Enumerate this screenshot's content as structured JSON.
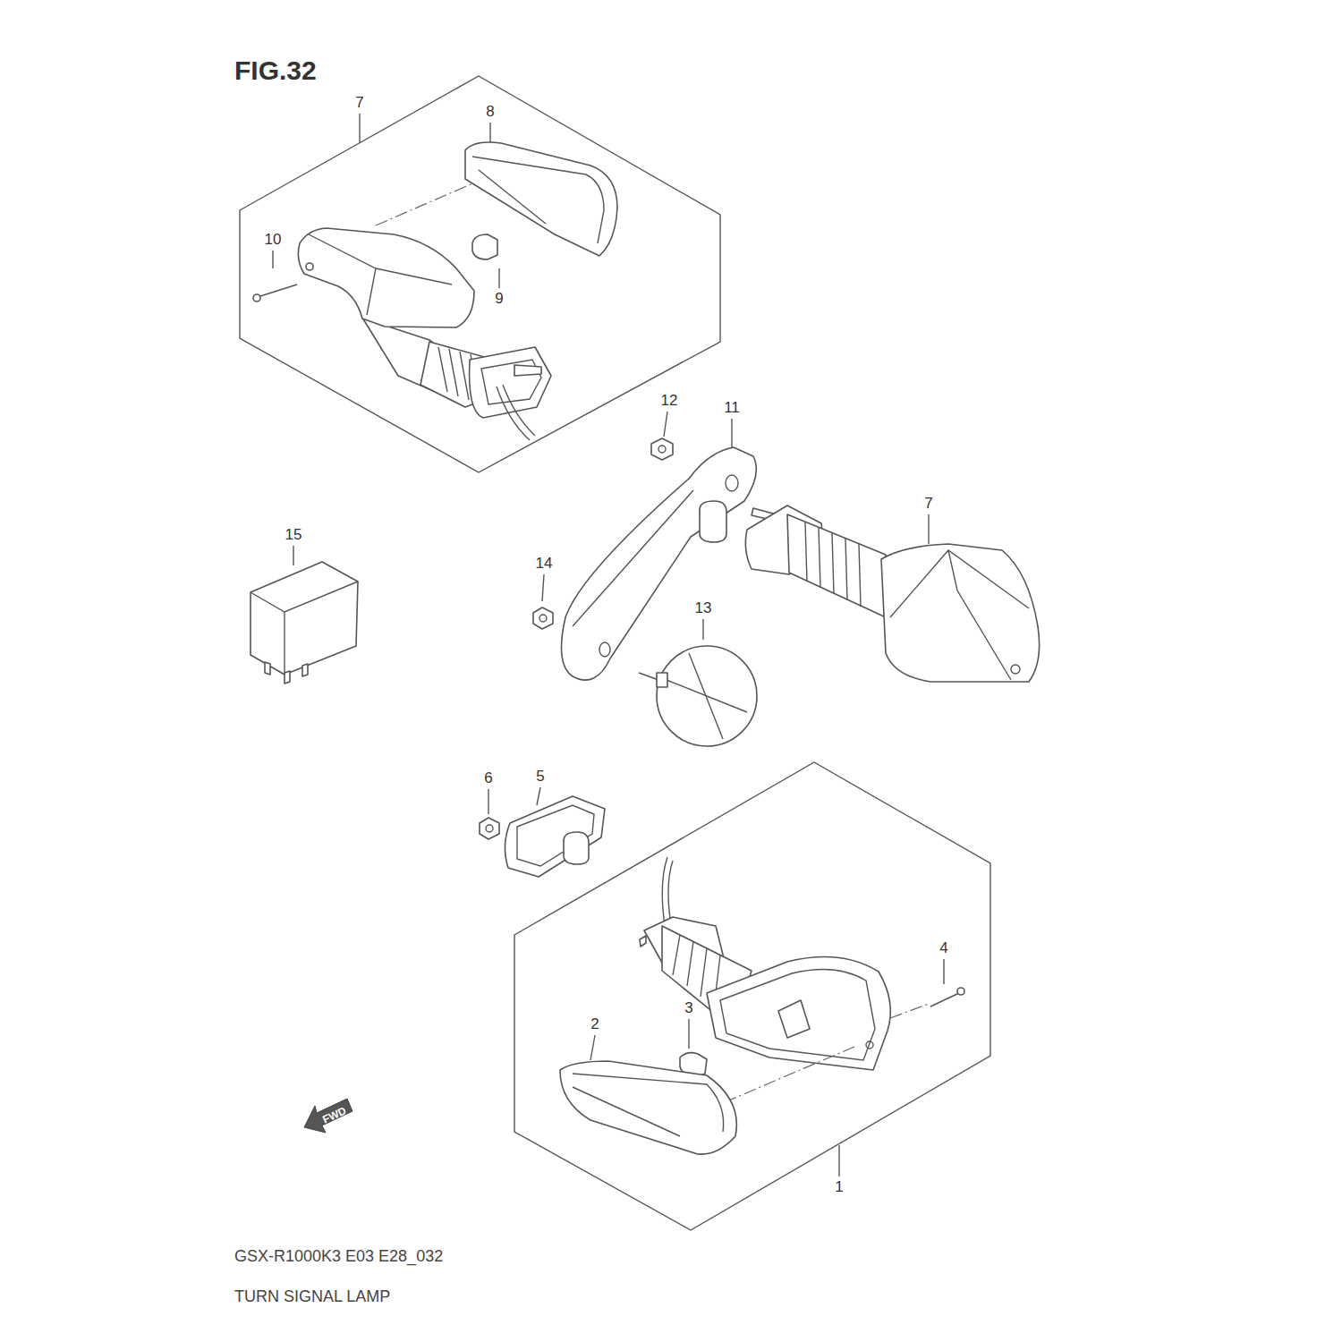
{
  "diagram": {
    "title": "FIG.32",
    "caption": "TURN SIGNAL LAMP",
    "labels": [
      "7",
      "8",
      "10",
      "9",
      "12",
      "11",
      "7",
      "15",
      "14",
      "13",
      "6",
      "5",
      "4",
      "2",
      "3",
      "1",
      "GSX-R1000K3 E03 E28_032",
      "FWD"
    ]
  }
}
